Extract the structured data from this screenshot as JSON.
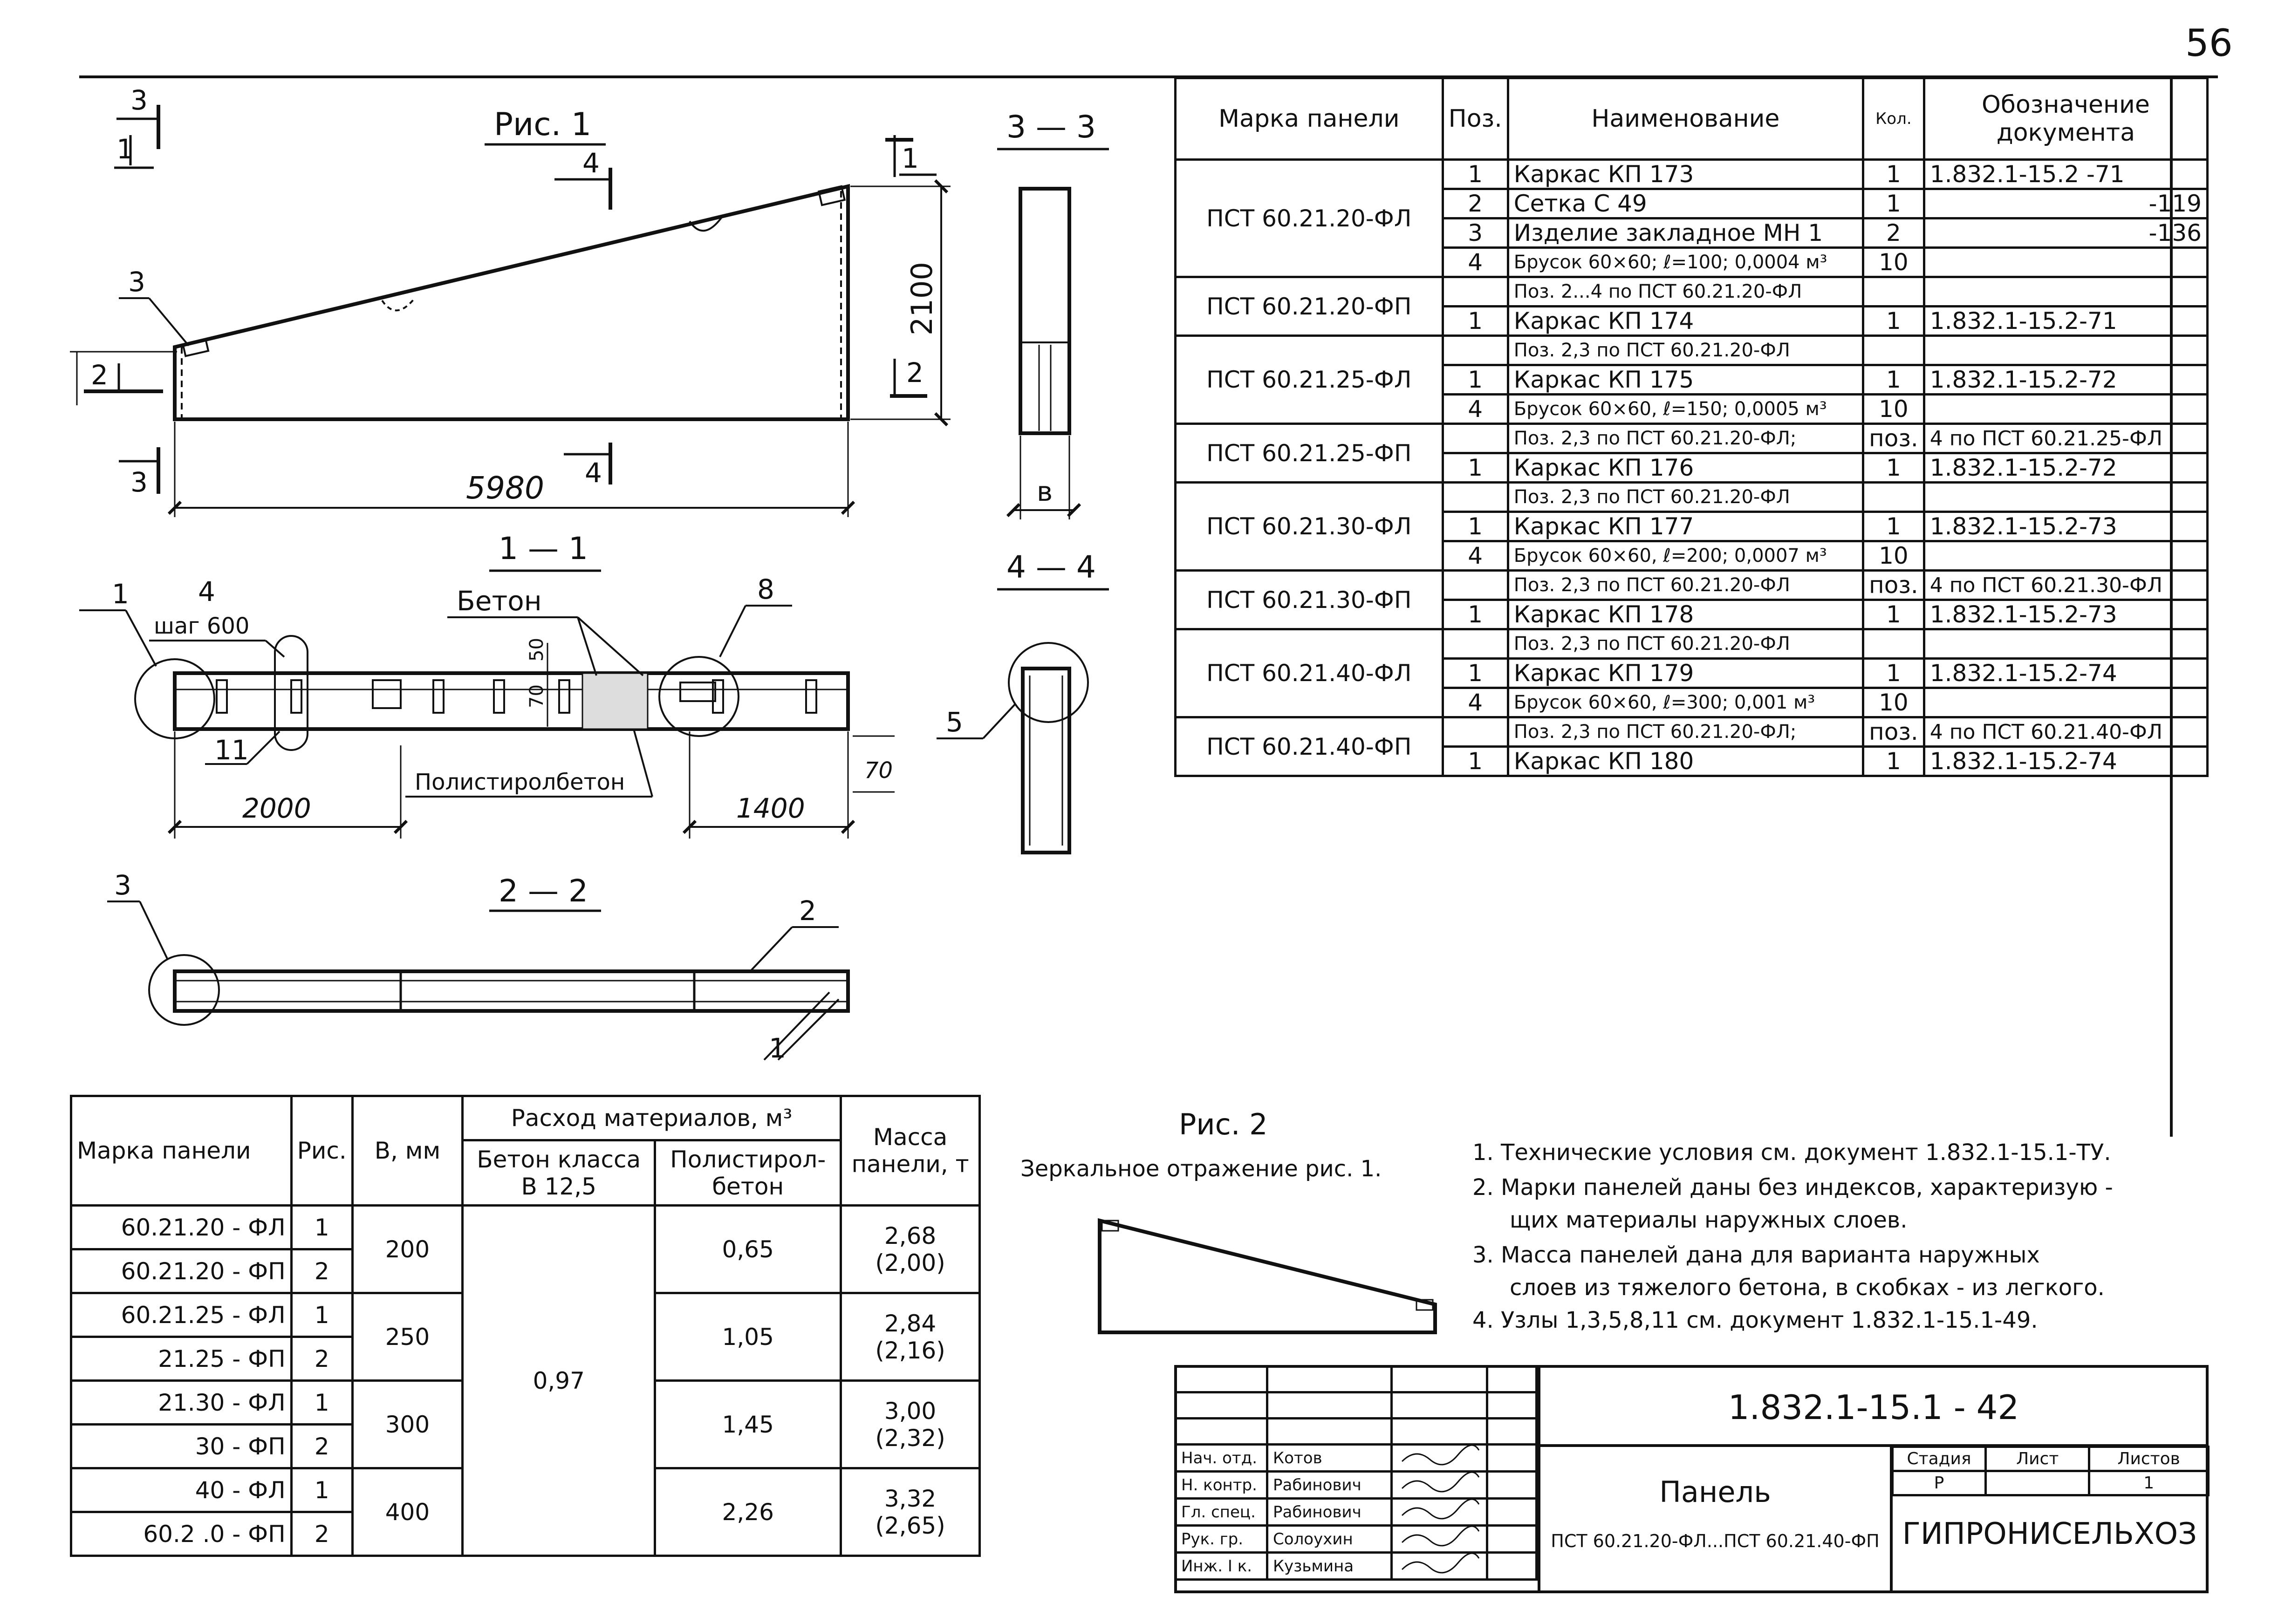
{
  "page_number": "56",
  "fig1": {
    "title": "Рис. 1",
    "dim_length": "5980",
    "dim_height": "2100",
    "section_marks": {
      "s1": "1",
      "s2": "2",
      "s3": "3",
      "s4": "4"
    },
    "position_labels": {
      "p3": "3",
      "p1": "1",
      "p4": "4",
      "p8": "8",
      "p11": "11",
      "p2": "2"
    },
    "step": "шаг 600",
    "beton": "Бетон",
    "polystyrene": "Полистиролбетон",
    "dim_50": "50",
    "dim_70a": "70",
    "dim_70b": "70",
    "dim_2000": "2000",
    "dim_1400": "1400"
  },
  "sections": {
    "s11": "1 — 1",
    "s22": "2 — 2",
    "s33": "3 — 3",
    "s44": "4 — 4",
    "b_label": "в",
    "pos5": "5"
  },
  "fig2": {
    "title": "Рис. 2",
    "caption": "Зеркальное отражение рис. 1."
  },
  "spec_table": {
    "headers": [
      "Марка панели",
      "Поз.",
      "Наименование",
      "Кол.",
      "Обозначение документа"
    ],
    "groups": [
      {
        "mark": "ПСТ 60.21.20-ФЛ",
        "rows": [
          {
            "pos": "1",
            "name": "Каркас КП 173",
            "qty": "1",
            "doc": "1.832.1-15.2 -71"
          },
          {
            "pos": "2",
            "name": "Сетка С 49",
            "qty": "1",
            "doc": "-119"
          },
          {
            "pos": "3",
            "name": "Изделие закладное МН 1",
            "qty": "2",
            "doc": "-136"
          },
          {
            "pos": "4",
            "name": "Брусок 60×60; ℓ=100; 0,0004 м³",
            "qty": "10",
            "doc": ""
          }
        ]
      },
      {
        "mark": "ПСТ 60.21.20-ФП",
        "rows": [
          {
            "pos": "",
            "name": "Поз. 2...4 по ПСТ 60.21.20-ФЛ",
            "qty": "",
            "doc": ""
          },
          {
            "pos": "1",
            "name": "Каркас КП 174",
            "qty": "1",
            "doc": "1.832.1-15.2-71"
          }
        ]
      },
      {
        "mark": "ПСТ 60.21.25-ФЛ",
        "rows": [
          {
            "pos": "",
            "name": "Поз. 2,3 по ПСТ 60.21.20-ФЛ",
            "qty": "",
            "doc": ""
          },
          {
            "pos": "1",
            "name": "Каркас КП 175",
            "qty": "1",
            "doc": "1.832.1-15.2-72"
          },
          {
            "pos": "4",
            "name": "Брусок 60×60, ℓ=150; 0,0005 м³",
            "qty": "10",
            "doc": ""
          }
        ]
      },
      {
        "mark": "ПСТ 60.21.25-ФП",
        "rows": [
          {
            "pos": "",
            "name": "Поз. 2,3 по ПСТ 60.21.20-ФЛ;",
            "qty": "поз.",
            "doc": "4 по ПСТ 60.21.25-ФЛ"
          },
          {
            "pos": "1",
            "name": "Каркас КП 176",
            "qty": "1",
            "doc": "1.832.1-15.2-72"
          }
        ]
      },
      {
        "mark": "ПСТ 60.21.30-ФЛ",
        "rows": [
          {
            "pos": "",
            "name": "Поз. 2,3 по ПСТ 60.21.20-ФЛ",
            "qty": "",
            "doc": ""
          },
          {
            "pos": "1",
            "name": "Каркас КП 177",
            "qty": "1",
            "doc": "1.832.1-15.2-73"
          },
          {
            "pos": "4",
            "name": "Брусок 60×60, ℓ=200; 0,0007 м³",
            "qty": "10",
            "doc": ""
          }
        ]
      },
      {
        "mark": "ПСТ 60.21.30-ФП",
        "rows": [
          {
            "pos": "",
            "name": "Поз. 2,3 по ПСТ 60.21.20-ФЛ",
            "qty": "поз.",
            "doc": "4 по ПСТ 60.21.30-ФЛ"
          },
          {
            "pos": "1",
            "name": "Каркас КП 178",
            "qty": "1",
            "doc": "1.832.1-15.2-73"
          }
        ]
      },
      {
        "mark": "ПСТ 60.21.40-ФЛ",
        "rows": [
          {
            "pos": "",
            "name": "Поз. 2,3 по ПСТ 60.21.20-ФЛ",
            "qty": "",
            "doc": ""
          },
          {
            "pos": "1",
            "name": "Каркас КП 179",
            "qty": "1",
            "doc": "1.832.1-15.2-74"
          },
          {
            "pos": "4",
            "name": "Брусок 60×60, ℓ=300; 0,001 м³",
            "qty": "10",
            "doc": ""
          }
        ]
      },
      {
        "mark": "ПСТ 60.21.40-ФП",
        "rows": [
          {
            "pos": "",
            "name": "Поз. 2,3 по ПСТ 60.21.20-ФЛ;",
            "qty": "поз.",
            "doc": "4 по ПСТ 60.21.40-ФЛ"
          },
          {
            "pos": "1",
            "name": "Каркас КП 180",
            "qty": "1",
            "doc": "1.832.1-15.2-74"
          }
        ]
      }
    ]
  },
  "mat_table": {
    "h_mark": "Марка панели",
    "h_fig": "Рис.",
    "h_b": "В, мм",
    "h_consumption": "Расход материалов, м³",
    "h_concrete": "Бетон класса В 12,5",
    "h_polystyrene": "Полистирол-бетон",
    "h_mass": "Масса панели, т",
    "concrete_value": "0,97",
    "rows": [
      {
        "mark": "60.21.20 - ФЛ",
        "fig": "1"
      },
      {
        "mark": "60.21.20 - ФП",
        "fig": "2"
      },
      {
        "mark": "60.21.25 - ФЛ",
        "fig": "1"
      },
      {
        "mark": "21.25 - ФП",
        "fig": "2"
      },
      {
        "mark": "21.30 - ФЛ",
        "fig": "1"
      },
      {
        "mark": "30 - ФП",
        "fig": "2"
      },
      {
        "mark": "40 - ФЛ",
        "fig": "1"
      },
      {
        "mark": "60.2 .0 - ФП",
        "fig": "2"
      }
    ],
    "groups": [
      {
        "b": "200",
        "poly": "0,65",
        "mass": "2,68 (2,00)"
      },
      {
        "b": "250",
        "poly": "1,05",
        "mass": "2,84 (2,16)"
      },
      {
        "b": "300",
        "poly": "1,45",
        "mass": "3,00 (2,32)"
      },
      {
        "b": "400",
        "poly": "2,26",
        "mass": "3,32 (2,65)"
      }
    ]
  },
  "notes": [
    "1. Технические условия см. документ 1.832.1-15.1-ТУ.",
    "2. Марки панелей даны без индексов, характеризую -",
    "щих материалы наружных слоев.",
    "3. Масса панелей дана для варианта наружных",
    "слоев из тяжелого бетона, в скобках - из легкого.",
    "4. Узлы 1,3,5,8,11 см. документ 1.832.1-15.1-49."
  ],
  "title_block": {
    "doc_code": "1.832.1-15.1 - 42",
    "roles": [
      "Нач. отд.",
      "Н. контр.",
      "Гл. спец.",
      "Рук. гр.",
      "Инж. I к."
    ],
    "names": [
      "Котов",
      "Рабинович",
      "Рабинович",
      "Солоухин",
      "Кузьмина"
    ],
    "title": "Панель",
    "subtitle": "ПСТ 60.21.20-ФЛ...ПСТ 60.21.40-ФП",
    "h_stage": "Стадия",
    "h_sheet": "Лист",
    "h_sheets": "Листов",
    "stage": "Р",
    "sheets": "1",
    "org": "ГИПРОНИСЕЛЬХОЗ"
  }
}
